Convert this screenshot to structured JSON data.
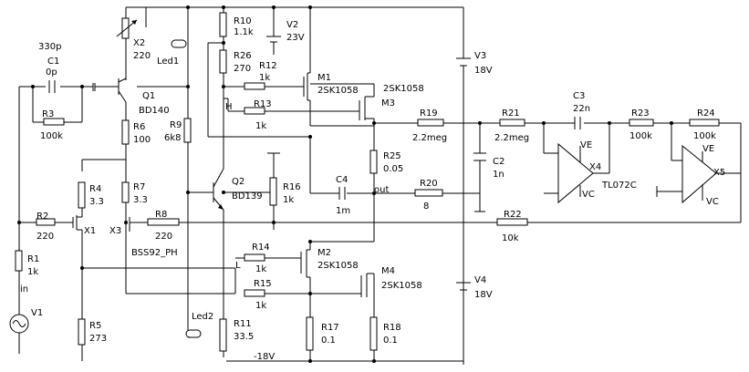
{
  "labels": {
    "c1": "C1",
    "c1_extra": "330p",
    "c1_val": "0p",
    "r3": "R3",
    "r3_val": "100k",
    "x2": "X2",
    "x2_val": "220",
    "led1": "Led1",
    "r10": "R10",
    "r10_val": "1.1k",
    "v2": "V2",
    "v2_val": "23V",
    "r26": "R26",
    "r26_val": "270",
    "r12": "R12",
    "r12_val": "1k",
    "m1": "M1",
    "m1_part": "2SK1058",
    "m3": "M3",
    "m3_part": "2SK1058",
    "q1": "Q1",
    "q1_part": "BD140",
    "r6": "R6",
    "r6_val": "100",
    "r9": "R9",
    "r9_val": "6k8",
    "r13": "R13",
    "r13_val": "1k",
    "h": "H",
    "v3": "V3",
    "v3_val": "18V",
    "r19": "R19",
    "r19_val": "2.2meg",
    "r21": "R21",
    "r21_val": "2.2meg",
    "c3": "C3",
    "c3_val": "22n",
    "r23": "R23",
    "r23_val": "100k",
    "r24": "R24",
    "r24_val": "100k",
    "ve1": "VE",
    "x4": "X4",
    "tl": "TL072C",
    "vc1": "VC",
    "ve2": "VE",
    "x5": "X5",
    "vc2": "VC",
    "c2": "C2",
    "c2_val": "1n",
    "r4": "R4",
    "r4_val": "3.3",
    "r7": "R7",
    "r7_val": "3.3",
    "q2": "Q2",
    "q2_part": "BD139",
    "r16": "R16",
    "r16_val": "1k",
    "c4": "C4",
    "c4_val": "1m",
    "r25": "R25",
    "r25_val": "0.05",
    "out": "out",
    "r20": "R20",
    "r20_val": "8",
    "r2": "R2",
    "r2_val": "220",
    "x1": "X1",
    "x3": "X3",
    "r8": "R8",
    "r8_val": "220",
    "bss": "BSS92_PH",
    "r22": "R22",
    "r22_val": "10k",
    "r1": "R1",
    "r1_val": "1k",
    "in": "in",
    "r14": "R14",
    "r14_val": "1k",
    "l": "L",
    "m2": "M2",
    "m2_part": "2SK1058",
    "r15": "R15",
    "r15_val": "1k",
    "m4": "M4",
    "m4_part": "2SK1058",
    "v4": "V4",
    "v4_val": "18V",
    "v1": "V1",
    "r5": "R5",
    "r5_val": "273",
    "led2": "Led2",
    "r11": "R11",
    "r11_val": "33.5",
    "r17": "R17",
    "r17_val": "0.1",
    "r18": "R18",
    "r18_val": "0.1",
    "neg18": "-18V"
  }
}
